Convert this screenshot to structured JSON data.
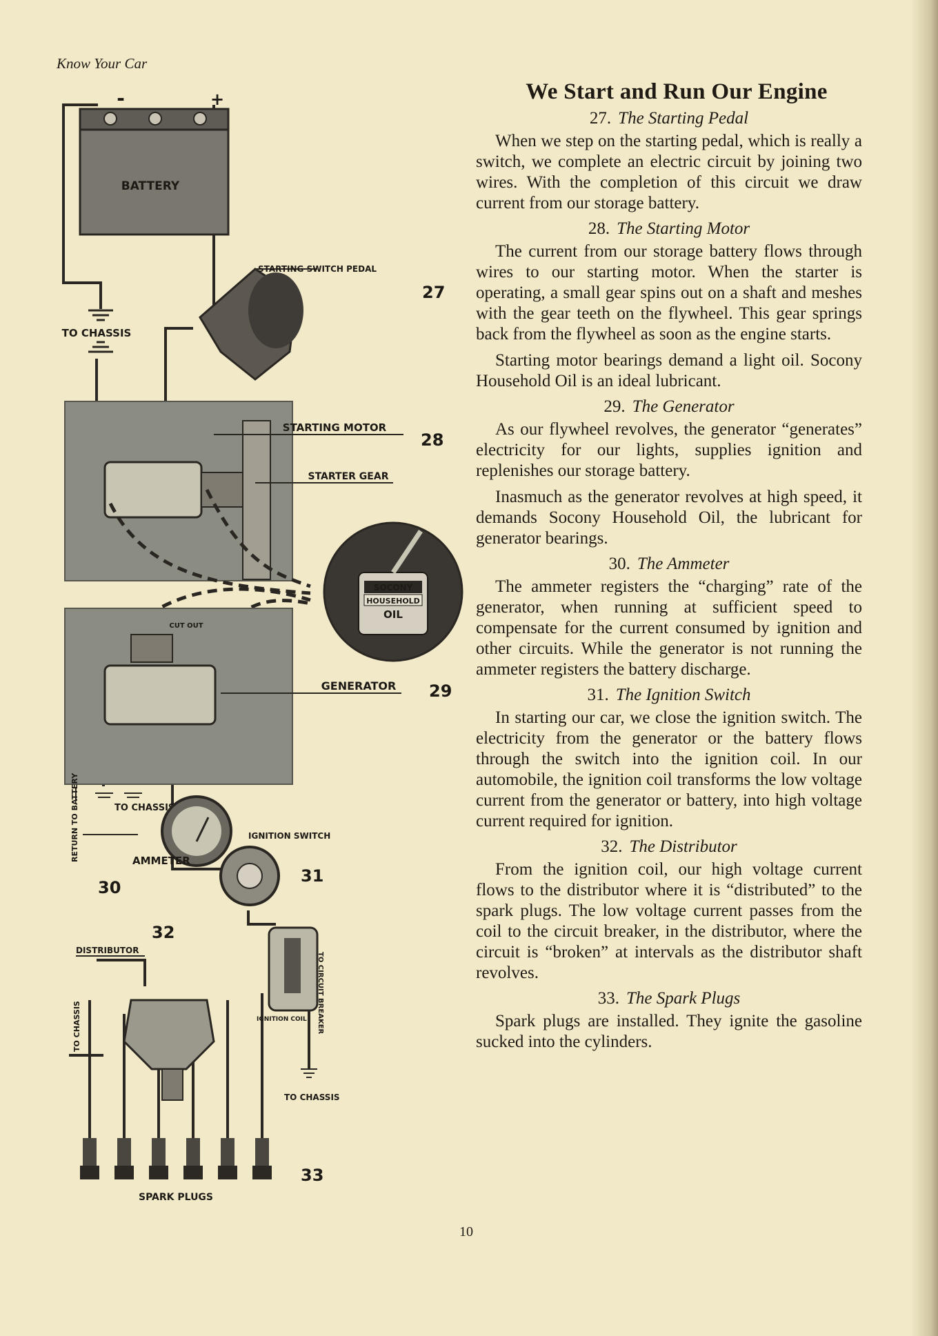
{
  "running_head": "Know Your Car",
  "page_number": "10",
  "diagram": {
    "labels": {
      "minus": "-",
      "plus": "+",
      "battery": "BATTERY",
      "to_chassis_top": "TO CHASSIS",
      "starting_switch_pedal": "STARTING SWITCH PEDAL",
      "starting_motor": "STARTING MOTOR",
      "starter_gear": "STARTER GEAR",
      "oil_brand": "SOCONY",
      "oil_product": "HOUSEHOLD",
      "oil_word": "OIL",
      "cutout": "CUT OUT",
      "generator": "GENERATOR",
      "to_chassis_mid": "TO CHASSIS",
      "return_to_battery": "RETURN TO BATTERY",
      "ammeter": "AMMETER",
      "ignition_switch": "IGNITION SWITCH",
      "distributor": "DISTRIBUTOR",
      "to_circuit_breaker": "TO CIRCUIT BREAKER",
      "ignition_coil": "IGNITION COIL",
      "to_chassis_left": "TO CHASSIS",
      "to_chassis_bottom": "TO CHASSIS",
      "spark_plugs": "SPARK PLUGS"
    },
    "ref_numbers": {
      "n27": "27",
      "n28": "28",
      "n29": "29",
      "n30": "30",
      "n31": "31",
      "n32": "32",
      "n33": "33"
    }
  },
  "article": {
    "title": "We Start and Run Our Engine",
    "sections": [
      {
        "number": "27.",
        "title": "The Starting Pedal",
        "paragraphs": [
          "When we step on the starting pedal, which is really a switch, we complete an electric circuit by joining two wires. With the completion of this circuit we draw current from our storage battery."
        ]
      },
      {
        "number": "28.",
        "title": "The Starting Motor",
        "paragraphs": [
          "The current from our storage battery flows through wires to our starting motor. When the starter is operating, a small gear spins out on a shaft and meshes with the gear teeth on the flywheel. This gear springs back from the flywheel as soon as the engine starts.",
          "Starting motor bearings demand a light oil. Socony Household Oil is an ideal lubricant."
        ]
      },
      {
        "number": "29.",
        "title": "The Generator",
        "paragraphs": [
          "As our flywheel revolves, the generator “generates” electricity for our lights, supplies ignition and replenishes our storage battery.",
          "Inasmuch as the generator revolves at high speed, it demands Socony Household Oil, the lubricant for generator bearings."
        ]
      },
      {
        "number": "30.",
        "title": "The Ammeter",
        "paragraphs": [
          "The ammeter registers the “charging” rate of the generator, when running at sufficient speed to compensate for the current consumed by ignition and other circuits. While the generator is not running the ammeter registers the battery discharge."
        ]
      },
      {
        "number": "31.",
        "title": "The Ignition Switch",
        "paragraphs": [
          "In starting our car, we close the ignition switch. The electricity from the generator or the battery flows through the switch into the ignition coil. In our automobile, the ignition coil transforms the low voltage current from the generator or battery, into high voltage current required for ignition."
        ]
      },
      {
        "number": "32.",
        "title": "The Distributor",
        "paragraphs": [
          "From the ignition coil, our high voltage current flows to the distributor where it is “distributed” to the spark plugs. The low voltage current passes from the coil to the circuit breaker, in the distributor, where the circuit is “broken” at intervals as the distributor shaft revolves."
        ]
      },
      {
        "number": "33.",
        "title": "The Spark Plugs",
        "paragraphs": [
          "Spark plugs are installed. They ignite the gasoline sucked into the cylinders."
        ]
      }
    ]
  }
}
